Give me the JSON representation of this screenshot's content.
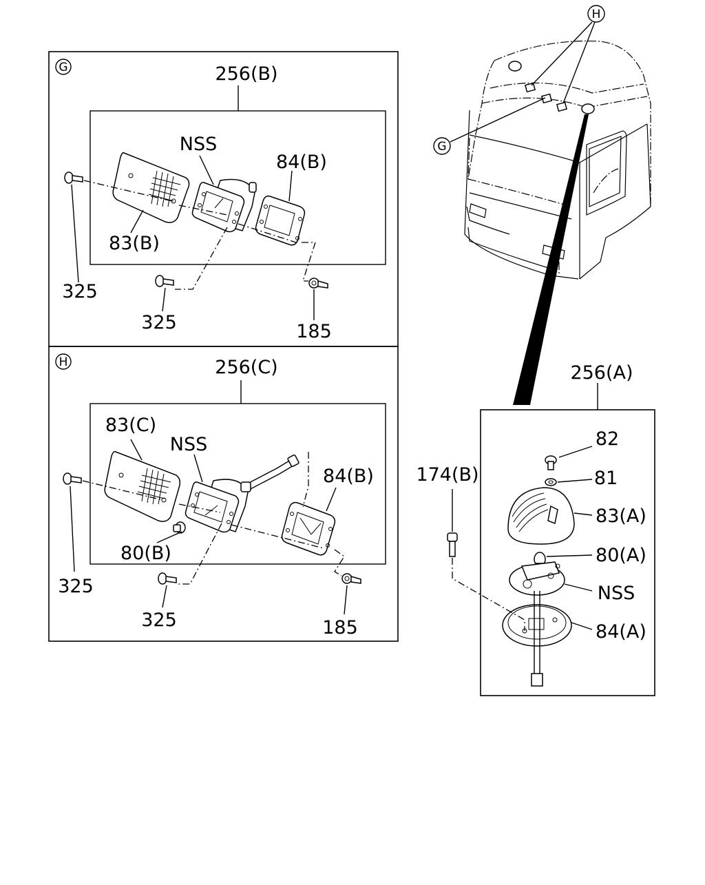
{
  "callouts": {
    "G": "G",
    "H": "H"
  },
  "panel_g": {
    "assembly": "256(B)",
    "lens": "83(B)",
    "housing": "NSS",
    "base": "84(B)",
    "screw_left": "325",
    "screw_bottom": "325",
    "clip": "185"
  },
  "panel_h": {
    "assembly": "256(C)",
    "lens": "83(C)",
    "housing": "NSS",
    "base": "84(B)",
    "bulb": "80(B)",
    "screw_left": "325",
    "screw_bottom": "325",
    "clip": "185"
  },
  "panel_a": {
    "assembly": "256(A)",
    "screw": "82",
    "washer": "81",
    "lens": "83(A)",
    "bulb": "80(A)",
    "housing": "NSS",
    "base": "84(A)",
    "bolt": "174(B)"
  }
}
